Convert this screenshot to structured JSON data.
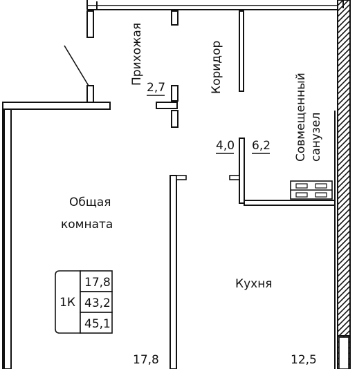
{
  "rooms": {
    "hallway": {
      "name": "Прихожая",
      "area": "2,7"
    },
    "corridor": {
      "name": "Коридор",
      "area": "4,0"
    },
    "bathroom": {
      "name_line1": "Совмещенный",
      "name_line2": "санузел",
      "area": "6,2"
    },
    "living": {
      "name_line1": "Общая",
      "name_line2": "комната",
      "area": "17,8"
    },
    "kitchen": {
      "name": "Кухня",
      "area": "12,5"
    }
  },
  "summary": {
    "type": "1К",
    "living_area": "17,8",
    "total_area": "43,2",
    "area_with_balcony": "45,1"
  },
  "colors": {
    "line": "#111111",
    "background": "#ffffff"
  }
}
